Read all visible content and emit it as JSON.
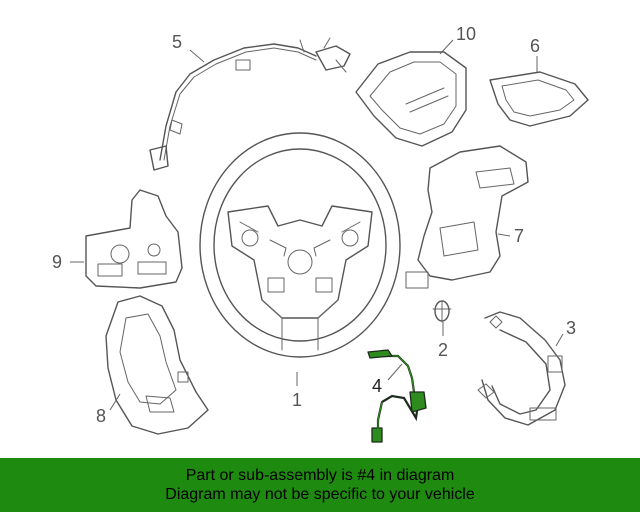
{
  "callouts": {
    "c1": "1",
    "c2": "2",
    "c3": "3",
    "c4": "4",
    "c5": "5",
    "c6": "6",
    "c7": "7",
    "c8": "8",
    "c9": "9",
    "c10": "10"
  },
  "highlighted_part": "4",
  "banner": {
    "line1": "Part or sub-assembly is #4 in diagram",
    "line2": "Diagram may not be specific to your vehicle"
  },
  "colors": {
    "highlight": "#2e8b1e",
    "banner": "#1f8a10",
    "linework": "#555555"
  }
}
